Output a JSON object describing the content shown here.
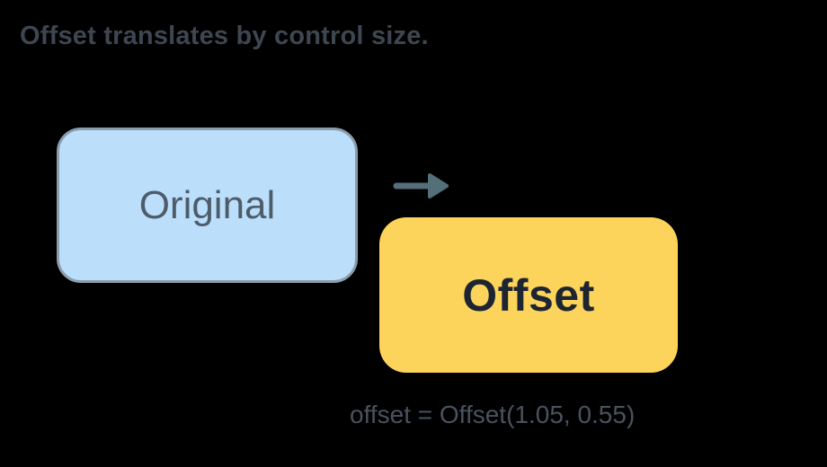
{
  "title": "Offset translates by control size.",
  "diagram": {
    "original_box": {
      "label": "Original",
      "fill": "#BBDEFB",
      "border": "#8B9DAB",
      "text_color": "#4E5C6A"
    },
    "offset_box": {
      "label": "Offset",
      "fill": "#FCD35B",
      "text_color": "#1C2531"
    },
    "arrow": {
      "direction": "right",
      "color": "#546E7A"
    },
    "caption": "offset = Offset(1.05, 0.55)"
  },
  "colors": {
    "background": "#000000",
    "title_text": "#3E4651",
    "caption_text": "#49525E"
  }
}
